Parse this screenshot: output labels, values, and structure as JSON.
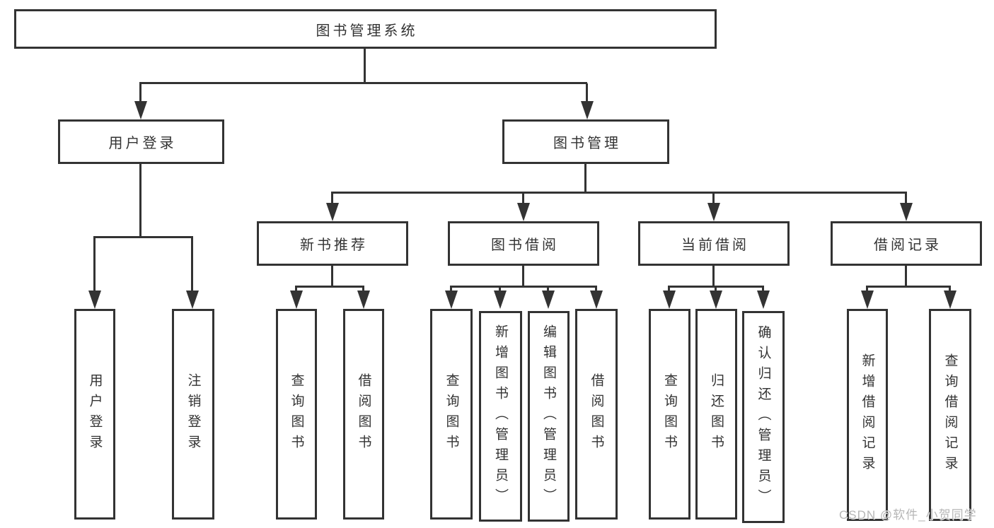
{
  "colors": {
    "background": "#ffffff",
    "line": "#333333",
    "box_border": "#333333",
    "text": "#333333",
    "watermark": "#b6b6b6"
  },
  "tree": {
    "root": {
      "label": "图书管理系统",
      "children": [
        {
          "label": "用户登录",
          "children": [
            {
              "label": "用户登录"
            },
            {
              "label": "注销登录"
            }
          ]
        },
        {
          "label": "图书管理",
          "children": [
            {
              "label": "新书推荐",
              "children": [
                {
                  "label": "查询图书"
                },
                {
                  "label": "借阅图书"
                }
              ]
            },
            {
              "label": "图书借阅",
              "children": [
                {
                  "label": "查询图书"
                },
                {
                  "label": "新增图书（管理员）"
                },
                {
                  "label": "编辑图书（管理员）"
                },
                {
                  "label": "借阅图书"
                }
              ]
            },
            {
              "label": "当前借阅",
              "children": [
                {
                  "label": "查询图书"
                },
                {
                  "label": "归还图书"
                },
                {
                  "label": "确认归还（管理员）"
                }
              ]
            },
            {
              "label": "借阅记录",
              "children": [
                {
                  "label": "新增借阅记录"
                },
                {
                  "label": "查询借阅记录"
                }
              ]
            }
          ]
        }
      ]
    }
  },
  "watermark": {
    "text": "CSDN @软件_小贺同学"
  }
}
